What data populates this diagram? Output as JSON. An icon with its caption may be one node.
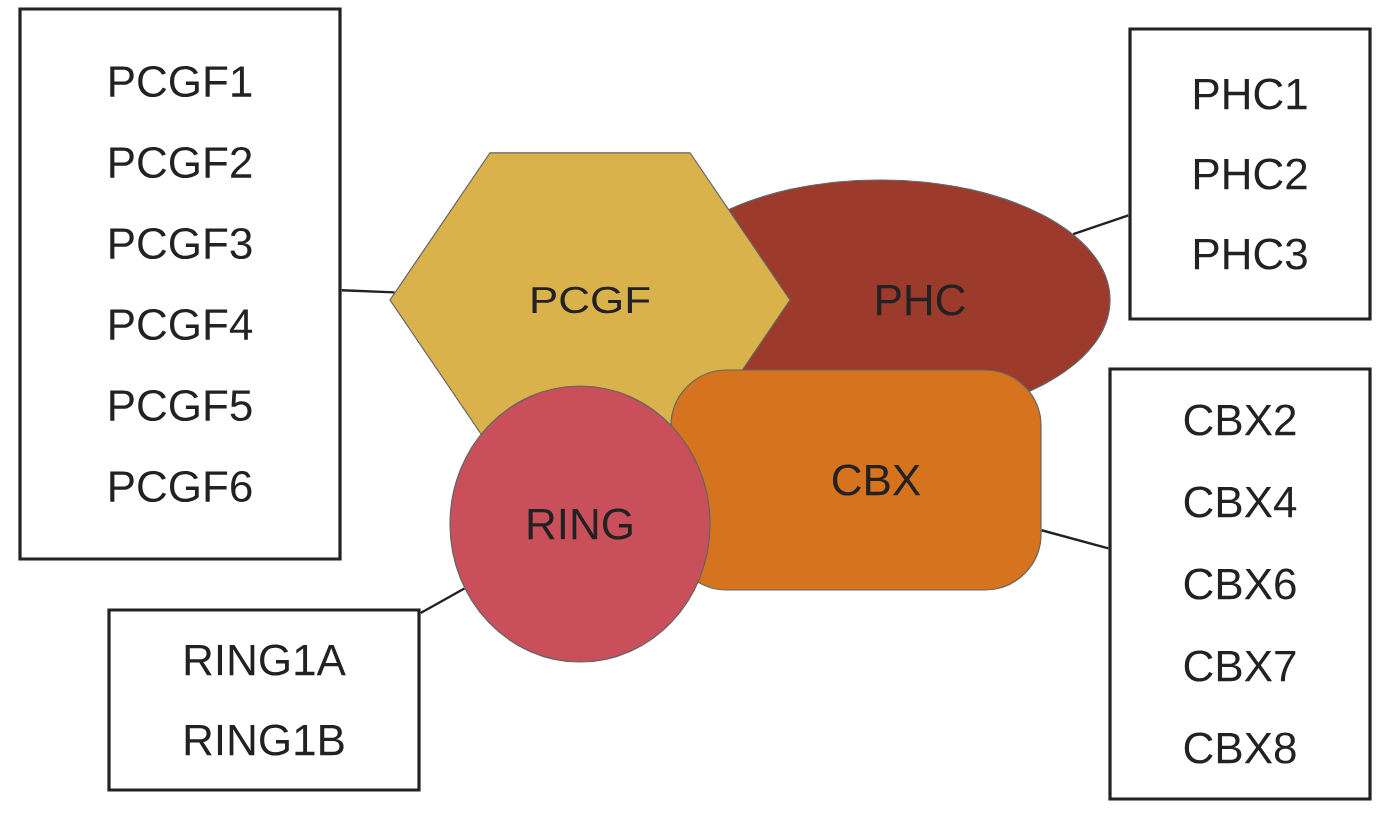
{
  "diagram": {
    "nodes": [
      {
        "text": [
          "PCGF1",
          "PCGF2",
          "PCGF3",
          "PCGF4",
          "PCGF5",
          "PCGF6"
        ]
      },
      {
        "text": [
          "PHC1",
          "PHC2",
          "PHC3"
        ]
      },
      {
        "text": [
          "PCGF"
        ]
      },
      {
        "text": [
          "PHC"
        ]
      },
      {
        "text": [
          "CBX"
        ]
      },
      {
        "text": [
          "RING"
        ]
      },
      {
        "text": [
          "CBX2",
          "CBX4",
          "CBX6",
          "CBX7",
          "CBX8"
        ]
      },
      {
        "text": [
          "RING1A",
          "RING1B"
        ]
      }
    ],
    "edges": [
      {
        "from": 0,
        "to": 2,
        "arrow": "none"
      },
      {
        "from": 3,
        "to": 1,
        "arrow": "none"
      },
      {
        "from": 4,
        "to": 6,
        "arrow": "none"
      },
      {
        "from": 5,
        "to": 7,
        "arrow": "none"
      }
    ]
  }
}
